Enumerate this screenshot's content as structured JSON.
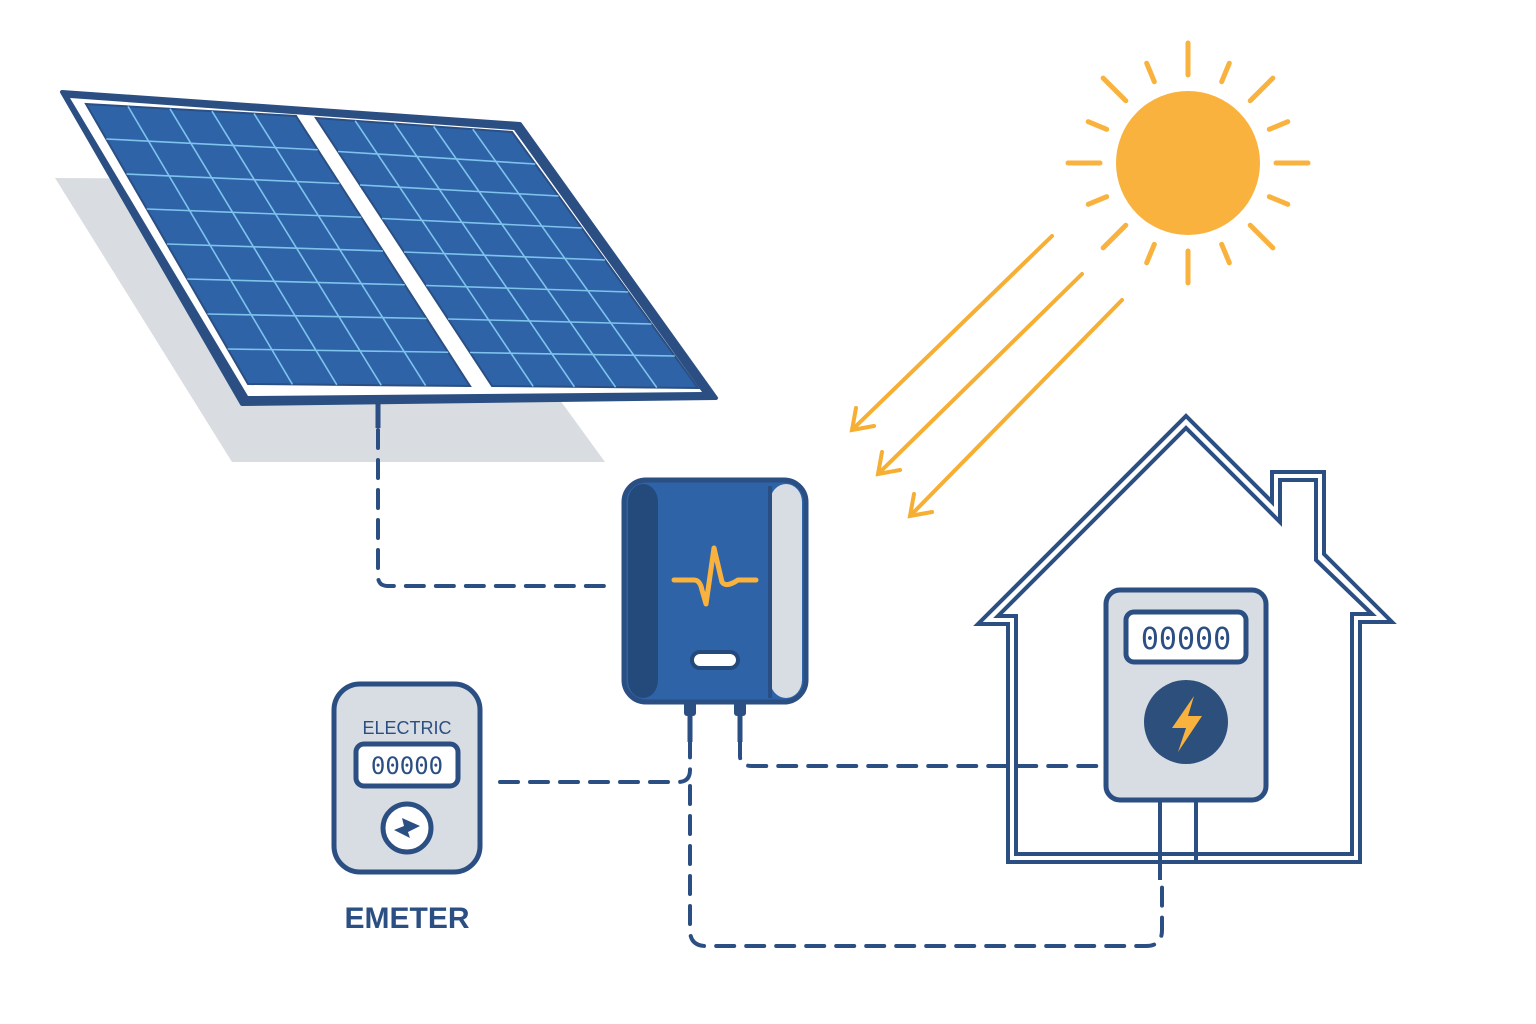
{
  "colors": {
    "navy": "#2b4f82",
    "panel_blue": "#2e63a8",
    "panel_cell_line": "#7ec3ec",
    "sun_orange": "#f8b23d",
    "ray_orange": "#f6ae33",
    "light_gray": "#d8dce3",
    "shadow_gray": "#d9dde2",
    "dark_blue": "#2d4f7c",
    "background": "#ffffff"
  },
  "icons": {
    "sun": "sun-icon",
    "panel": "solar-panel-icon",
    "inverter": "inverter-icon",
    "waveform": "waveform-icon",
    "house": "house-icon",
    "lightning": "lightning-bolt-icon",
    "meter_dial": "meter-dial-icon"
  },
  "emeter": {
    "header": "ELECTRIC",
    "reading": "00000",
    "caption": "EMETER"
  },
  "house_meter": {
    "reading": "00000"
  }
}
